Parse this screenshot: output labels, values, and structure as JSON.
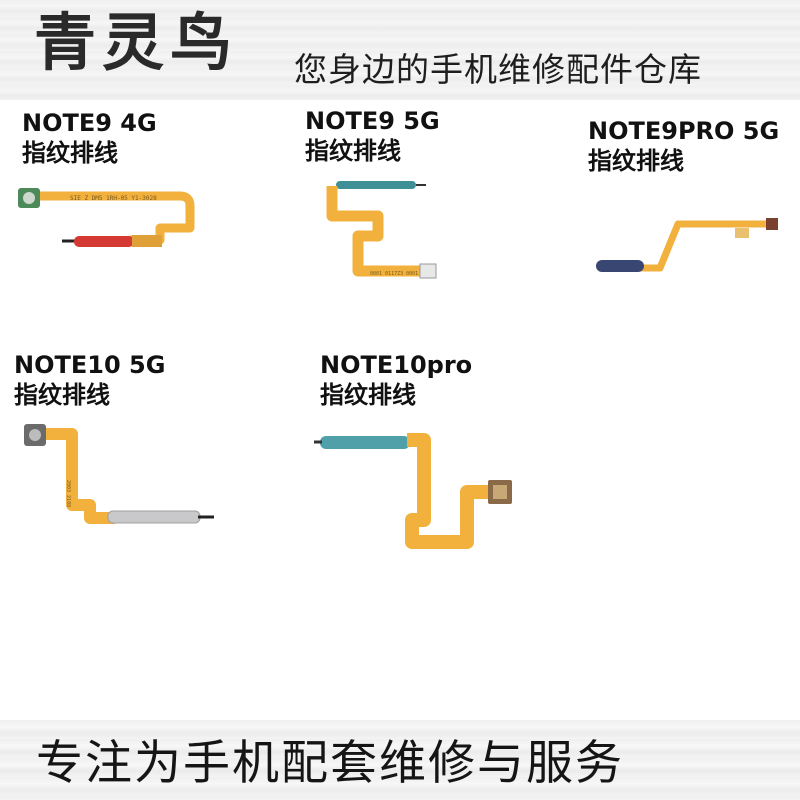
{
  "header": {
    "brand": "青灵鸟",
    "tagline": "您身边的手机维修配件仓库"
  },
  "products": [
    {
      "model": "NOTE9 4G",
      "desc": "指纹排线",
      "button_color": "#d43a33"
    },
    {
      "model": "NOTE9 5G",
      "desc": "指纹排线",
      "button_color": "#3f8f97"
    },
    {
      "model": "NOTE9PRO 5G",
      "desc": "指纹排线",
      "button_color": "#3a4672"
    },
    {
      "model": "NOTE10 5G",
      "desc": "指纹排线",
      "button_color": "#c9c9cc"
    },
    {
      "model": "NOTE10pro",
      "desc": "指纹排线",
      "button_color": "#4fa0a8"
    }
  ],
  "footer": {
    "slogan": "专注为手机配套维修与服务"
  },
  "colors": {
    "flex_cable": "#f2b13c",
    "flex_cable_dark": "#d99a2b"
  }
}
